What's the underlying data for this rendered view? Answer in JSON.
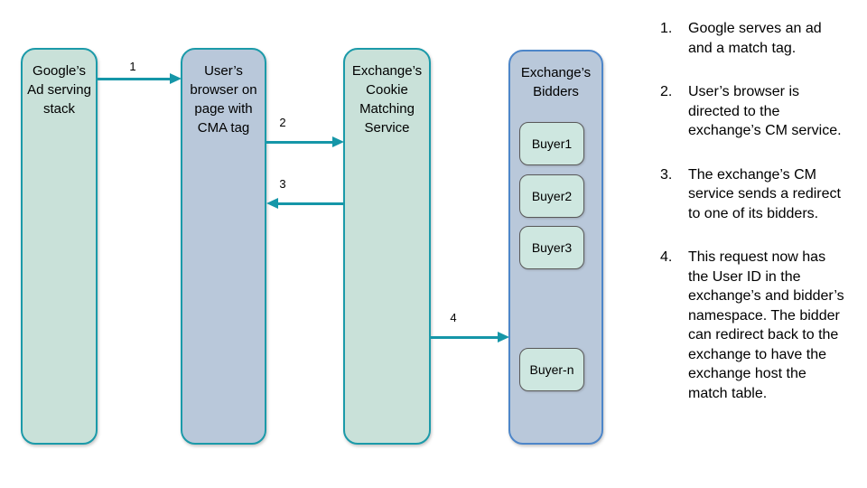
{
  "colors": {
    "background": "#ffffff",
    "node_border_teal": "#1b9aa9",
    "node_fill_green": "#c9e1d9",
    "node_fill_blue": "#b9c8da",
    "bidders_border_blue": "#4d86c9",
    "buyer_fill": "#cee7e0",
    "buyer_border": "#595959",
    "arrow_color": "#1596a8",
    "text_color": "#000000"
  },
  "nodes": {
    "google": {
      "label": "Google’s\nAd serving\nstack"
    },
    "browser": {
      "label": "User’s\nbrowser on\npage with\nCMA tag"
    },
    "cm_service": {
      "label": "Exchange’s\nCookie\nMatching\nService"
    },
    "bidders": {
      "label": "Exchange’s\nBidders",
      "buyers": [
        "Buyer1",
        "Buyer2",
        "Buyer3",
        "Buyer-n"
      ]
    }
  },
  "arrows": [
    {
      "label": "1",
      "from": "google-ad-stack",
      "to": "users-browser",
      "direction": "right"
    },
    {
      "label": "2",
      "from": "users-browser",
      "to": "cookie-matching-service",
      "direction": "right"
    },
    {
      "label": "3",
      "from": "cookie-matching-service",
      "to": "users-browser",
      "direction": "left"
    },
    {
      "label": "4",
      "from": "cookie-matching-service",
      "to": "exchange-bidders",
      "direction": "right"
    }
  ],
  "steps": [
    {
      "number": "1.",
      "text": "Google serves an ad and a match tag."
    },
    {
      "number": "2.",
      "text": "User’s browser is directed to the exchange’s CM service."
    },
    {
      "number": "3.",
      "text": "The exchange’s CM service sends a redirect to one of its bidders."
    },
    {
      "number": "4.",
      "text": "This request now has the User ID in the exchange’s and bidder’s namespace. The bidder can redirect back to the exchange to have the exchange host the match table."
    }
  ]
}
